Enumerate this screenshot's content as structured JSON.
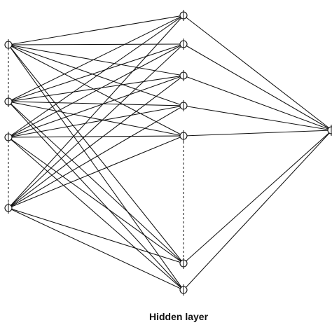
{
  "labels": {
    "hidden_layer": "Hidden layer"
  },
  "network": {
    "input_nodes": 4,
    "hidden_nodes": 7,
    "output_nodes": 1,
    "fully_connected": true,
    "omitted_nodes_indicator": "dashed-line"
  }
}
